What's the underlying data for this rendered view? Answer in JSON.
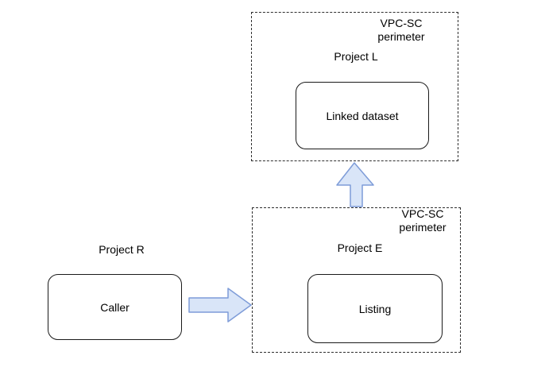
{
  "colors": {
    "background": "#ffffff",
    "text": "#000000",
    "node_border": "#1a1a1a",
    "perimeter_border": "#2e2e2e",
    "arrow_fill": "#d9e5f8",
    "arrow_stroke": "#7e9cd8"
  },
  "top_perimeter": {
    "label_line1": "VPC-SC",
    "label_line2": "perimeter",
    "project_label": "Project L",
    "node_label": "Linked dataset"
  },
  "bottom_perimeter": {
    "label_line1": "VPC-SC",
    "label_line2": "perimeter",
    "project_label": "Project E",
    "node_label": "Listing"
  },
  "external": {
    "project_label": "Project R",
    "node_label": "Caller"
  },
  "icons": {
    "up_arrow": "up-arrow",
    "right_arrow": "right-arrow"
  }
}
